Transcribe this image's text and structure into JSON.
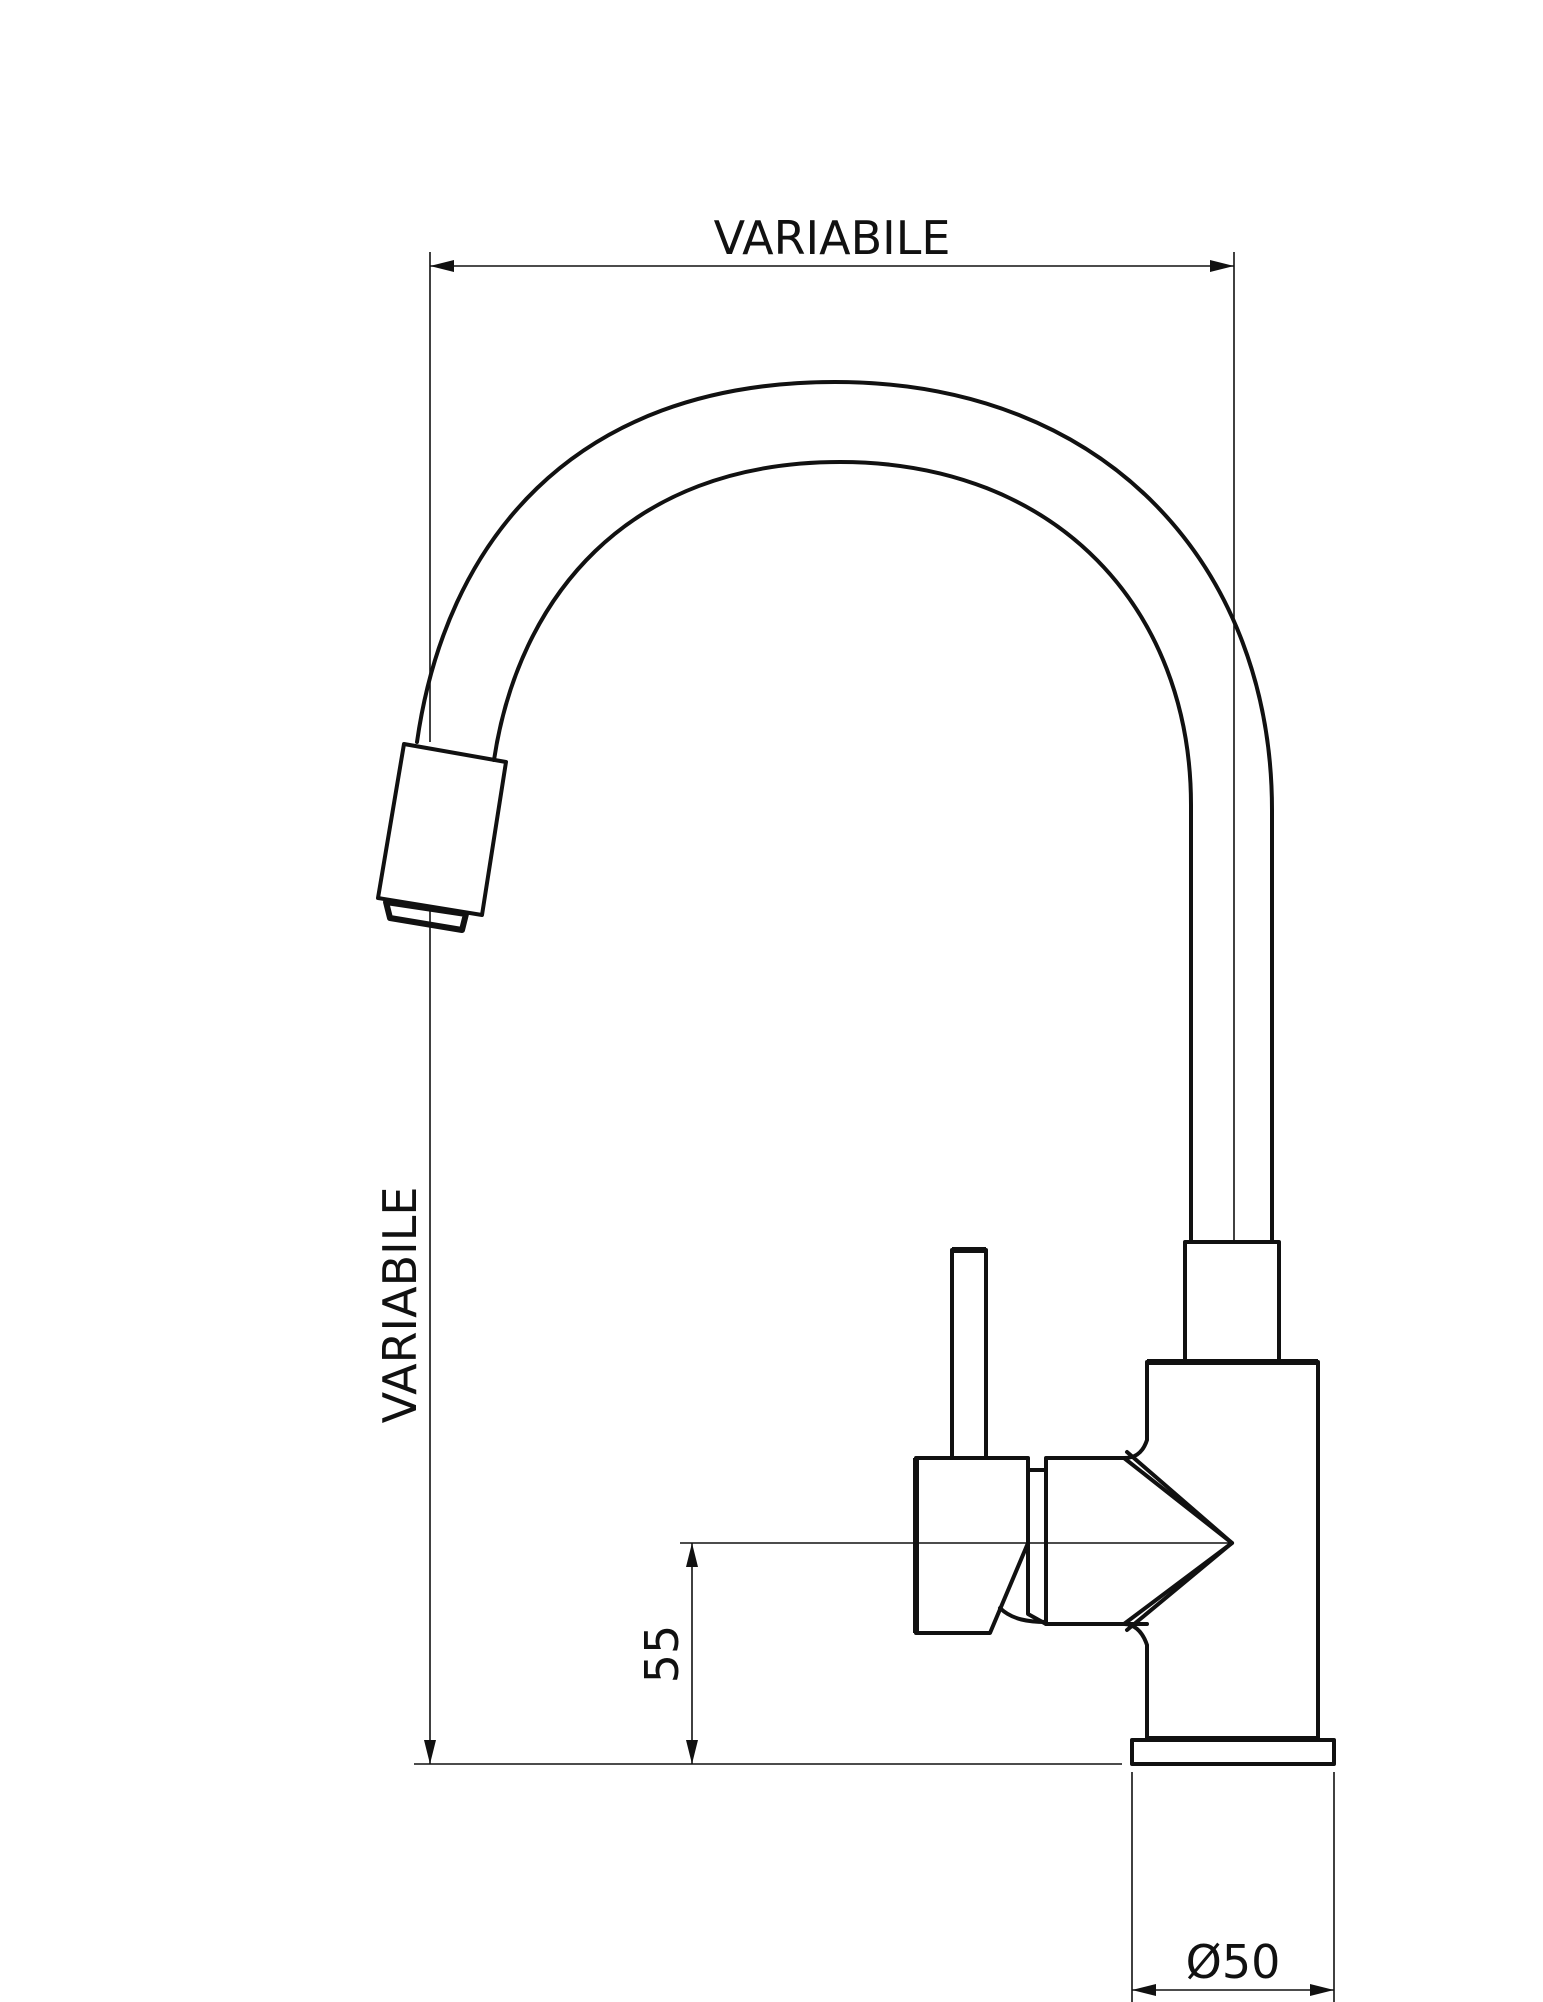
{
  "drawing": {
    "dimensions": {
      "top_width": "VARIABILE",
      "left_height": "VARIABILE",
      "lever_height": "55",
      "base_diameter": "Ø50"
    }
  }
}
